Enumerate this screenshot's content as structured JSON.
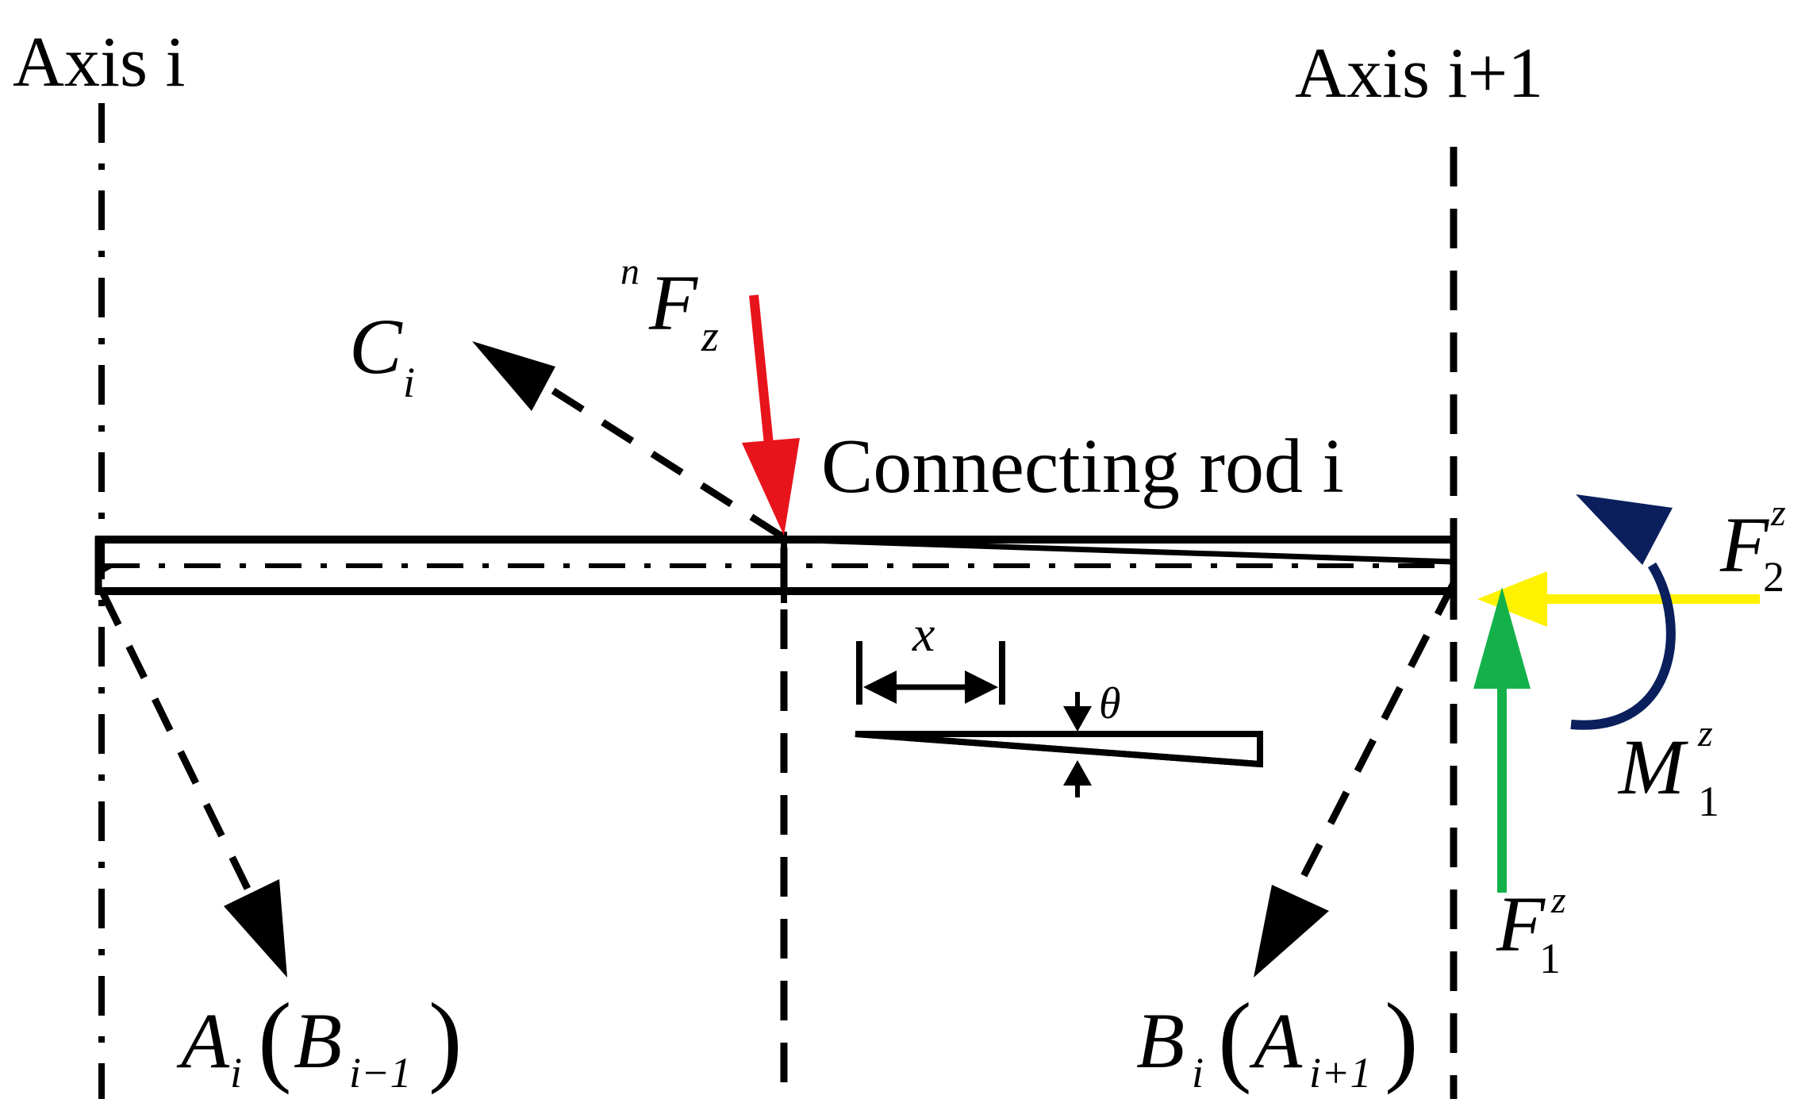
{
  "labels": {
    "axis_i": "Axis i",
    "axis_i1": "Axis i+1",
    "connecting_rod": "Connecting rod i",
    "force_n": "n",
    "force_F": "F",
    "force_z": "z",
    "C": "C",
    "C_sub": "i",
    "A": "A",
    "A_sub": "i",
    "B_prev": "B",
    "B_prev_sub": "i−1",
    "B": "B",
    "B_sub": "i",
    "A_next": "A",
    "A_next_sub": "i+1",
    "lparen": "(",
    "rparen": ")",
    "x": "x",
    "theta": "θ",
    "F2": "F",
    "F2_sub": "2",
    "F2_sup": "z",
    "M1": "M",
    "M1_sub": "1",
    "M1_sup": "z",
    "F1": "F",
    "F1_sub": "1",
    "F1_sup": "z"
  },
  "colors": {
    "line": "#000000",
    "force_red": "#e8141b",
    "force_yellow": "#fff200",
    "force_green": "#14b14b",
    "moment_navy": "#0a1f5c"
  }
}
